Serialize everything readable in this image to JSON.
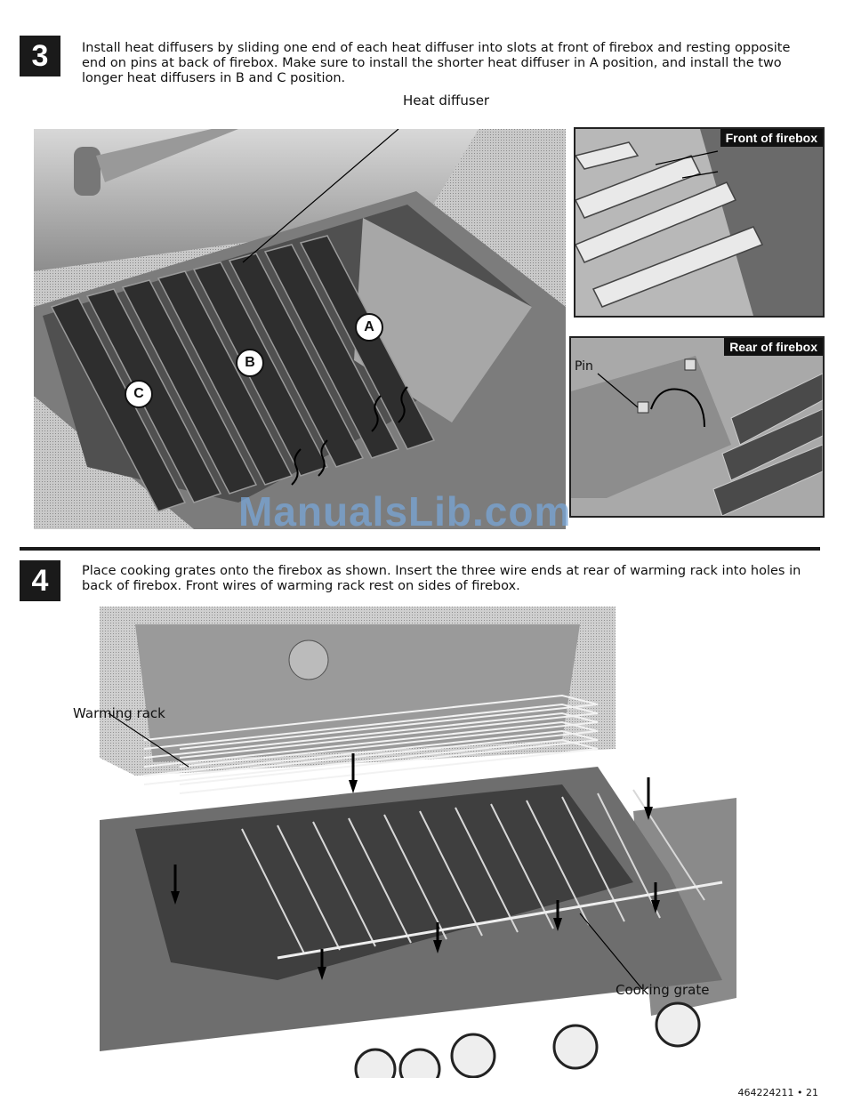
{
  "step3": {
    "number": "3",
    "text": "Install heat diffusers by sliding one end of each heat diffuser into slots at front of firebox and resting opposite end on pins at back of firebox. Make sure to install the shorter heat diffuser in A position, and install the two longer heat diffusers in B and C position.",
    "heat_diffuser_label": "Heat diffuser",
    "markers": {
      "a": "A",
      "b": "B",
      "c": "C"
    },
    "front_inset_label": "Front of firebox",
    "rear_inset_label": "Rear of firebox",
    "pin_label": "Pin"
  },
  "step4": {
    "number": "4",
    "text": "Place cooking grates onto the firebox as shown. Insert the three wire ends at rear of warming rack into holes in back of firebox. Front wires of warming rack rest on sides of firebox.",
    "warming_rack_label": "Warming rack",
    "cooking_grate_label": "Cooking grate"
  },
  "watermark": "ManualsLib.com",
  "footer": "464224211 • 21"
}
